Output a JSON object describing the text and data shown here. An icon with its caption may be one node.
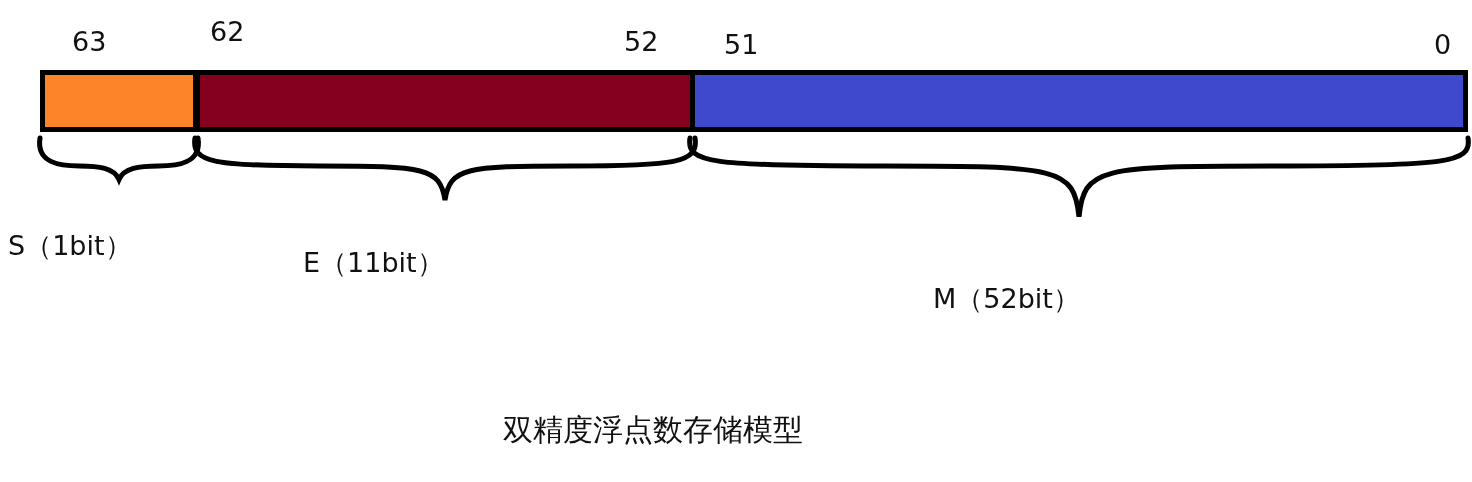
{
  "diagram": {
    "caption": "双精度浮点数存储模型",
    "nodes": [
      {
        "text": [],
        "shape": "bar"
      },
      {
        "text": [],
        "shape": "bar"
      },
      {
        "text": [],
        "shape": "bar"
      }
    ],
    "edges": [],
    "labels": [
      "63",
      "62",
      "52",
      "51",
      "0",
      "S（1bit）",
      "E（11bit）",
      "M（52bit）"
    ]
  }
}
